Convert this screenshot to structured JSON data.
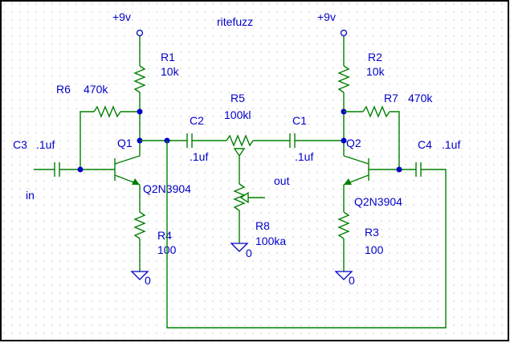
{
  "title": "ritefuzz",
  "supplies": [
    {
      "label": "+9v"
    },
    {
      "label": "+9v"
    }
  ],
  "grounds": [
    {
      "label": "0"
    },
    {
      "label": "0"
    },
    {
      "label": "0"
    }
  ],
  "components": {
    "R1": {
      "ref": "R1",
      "value": "10k"
    },
    "R2": {
      "ref": "R2",
      "value": "10k"
    },
    "R3": {
      "ref": "R3",
      "value": "100"
    },
    "R4": {
      "ref": "R4",
      "value": "100"
    },
    "R5": {
      "ref": "R5",
      "value": "100kl"
    },
    "R6": {
      "ref": "R6",
      "value": "470k"
    },
    "R7": {
      "ref": "R7",
      "value": "470k"
    },
    "R8": {
      "ref": "R8",
      "value": "100ka"
    },
    "C1": {
      "ref": "C1",
      "value": ".1uf"
    },
    "C2": {
      "ref": "C2",
      "value": ".1uf"
    },
    "C3": {
      "ref": "C3",
      "value": ".1uf"
    },
    "C4": {
      "ref": "C4",
      "value": ".1uf"
    },
    "Q1": {
      "ref": "Q1",
      "part": "Q2N3904"
    },
    "Q2": {
      "ref": "Q2",
      "part": "Q2N3904"
    }
  },
  "ports": {
    "in": "in",
    "out": "out"
  },
  "colors": {
    "wire": "#008000",
    "text": "#0000c8",
    "grid_dot": "#9a9a9a",
    "border": "#000000"
  }
}
